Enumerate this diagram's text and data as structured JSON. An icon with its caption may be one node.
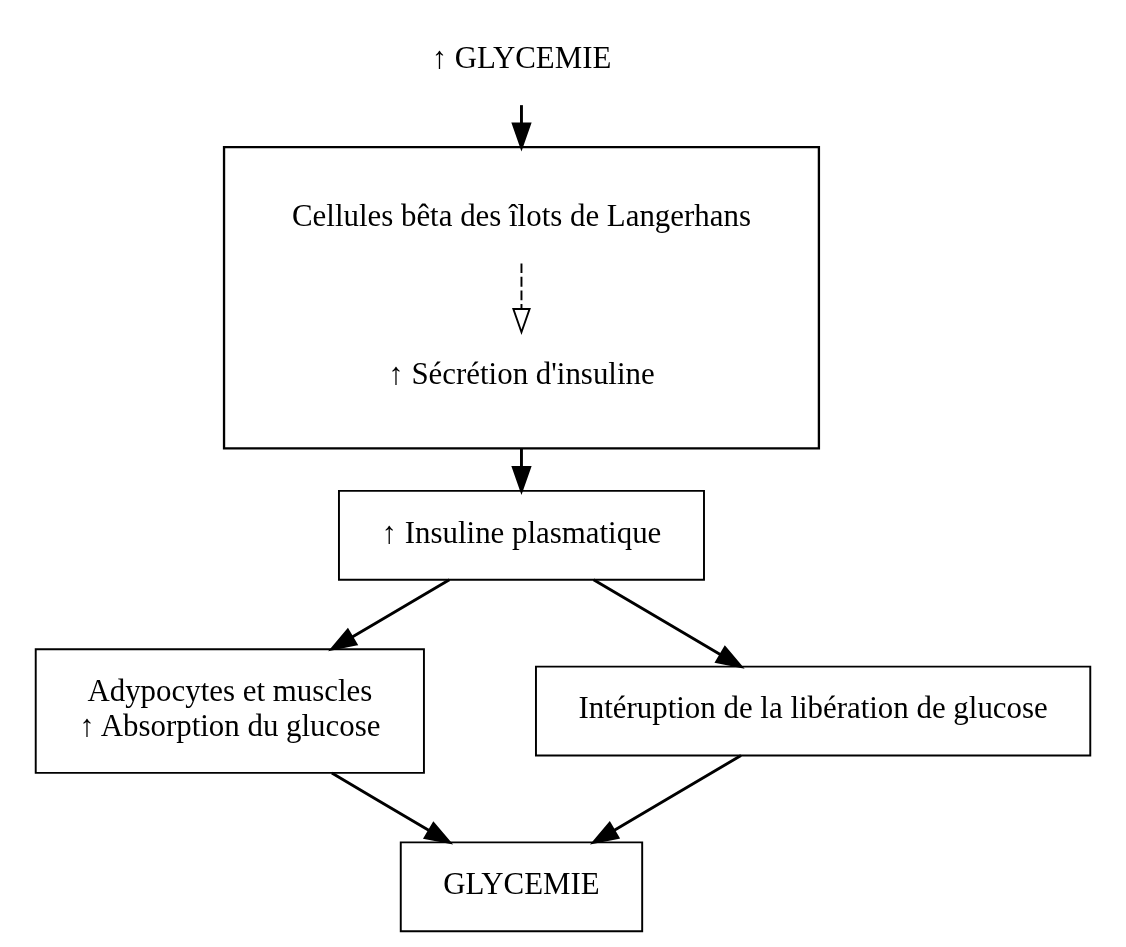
{
  "diagram": {
    "nodes": [
      {
        "text": [
          "↑ GLYCEMIE"
        ]
      },
      {
        "text": [],
        "shape": "box"
      },
      {
        "text": [
          "Cellules bêta des îlots de Langerhans"
        ],
        "in": 1
      },
      {
        "text": [
          "↑ Sécrétion d'insuline"
        ],
        "in": 1
      },
      {
        "text": [
          "↑ Insuline plasmatique"
        ]
      },
      {
        "text": [
          "Adypocytes et muscles",
          "↑ Absorption du glucose"
        ]
      },
      {
        "text": [
          "Intéruption de la libération de glucose"
        ]
      },
      {
        "text": [
          "GLYCEMIE"
        ]
      }
    ],
    "edges": [
      {
        "from": 0,
        "to": 1,
        "arrow": "to"
      },
      {
        "from": 2,
        "to": 3,
        "arrow": "to",
        "style": "dashed"
      },
      {
        "from": 1,
        "to": 4,
        "arrow": "to"
      },
      {
        "from": 4,
        "to": 5,
        "arrow": "to"
      },
      {
        "from": 4,
        "to": 6,
        "arrow": "to"
      },
      {
        "from": 5,
        "to": 7,
        "arrow": "to"
      },
      {
        "from": 6,
        "to": 7,
        "arrow": "to"
      }
    ]
  }
}
